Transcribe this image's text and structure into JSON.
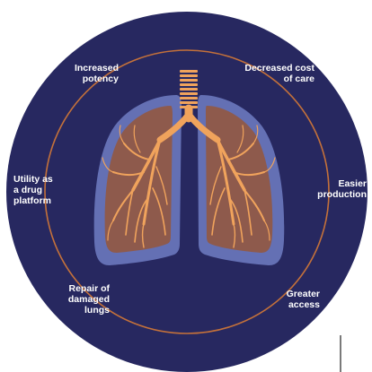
{
  "colors": {
    "background": "#ffffff",
    "disc": "#272860",
    "ring": "#c4713a",
    "lung_halo": "#6470b4",
    "lung_fill": "#8e5a4c",
    "airway": "#f0a35c"
  },
  "labels": {
    "increased_potency": [
      "Increased",
      "potency"
    ],
    "decreased_cost": [
      "Decreased cost",
      "of care"
    ],
    "drug_platform": [
      "Utility as",
      "a drug",
      "platform"
    ],
    "easier_production": [
      "Easier",
      "production"
    ],
    "repair_lungs": [
      "Repair of",
      "damaged",
      "lungs"
    ],
    "greater_access": [
      "Greater",
      "access"
    ]
  }
}
